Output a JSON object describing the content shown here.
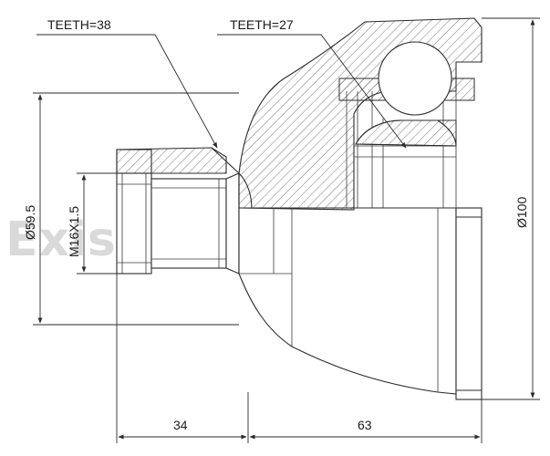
{
  "watermark": "Exist.ru",
  "labels": {
    "teeth_outer": "TEETH=38",
    "teeth_inner": "TEETH=27",
    "dia_shaft": "Ø59.5",
    "thread": "M16X1.5",
    "dia_bell": "Ø100",
    "len_stem": "34",
    "len_bell": "63"
  },
  "colors": {
    "line": "#2b2b2b",
    "watermark": "#d9d9d9",
    "background": "#ffffff"
  }
}
